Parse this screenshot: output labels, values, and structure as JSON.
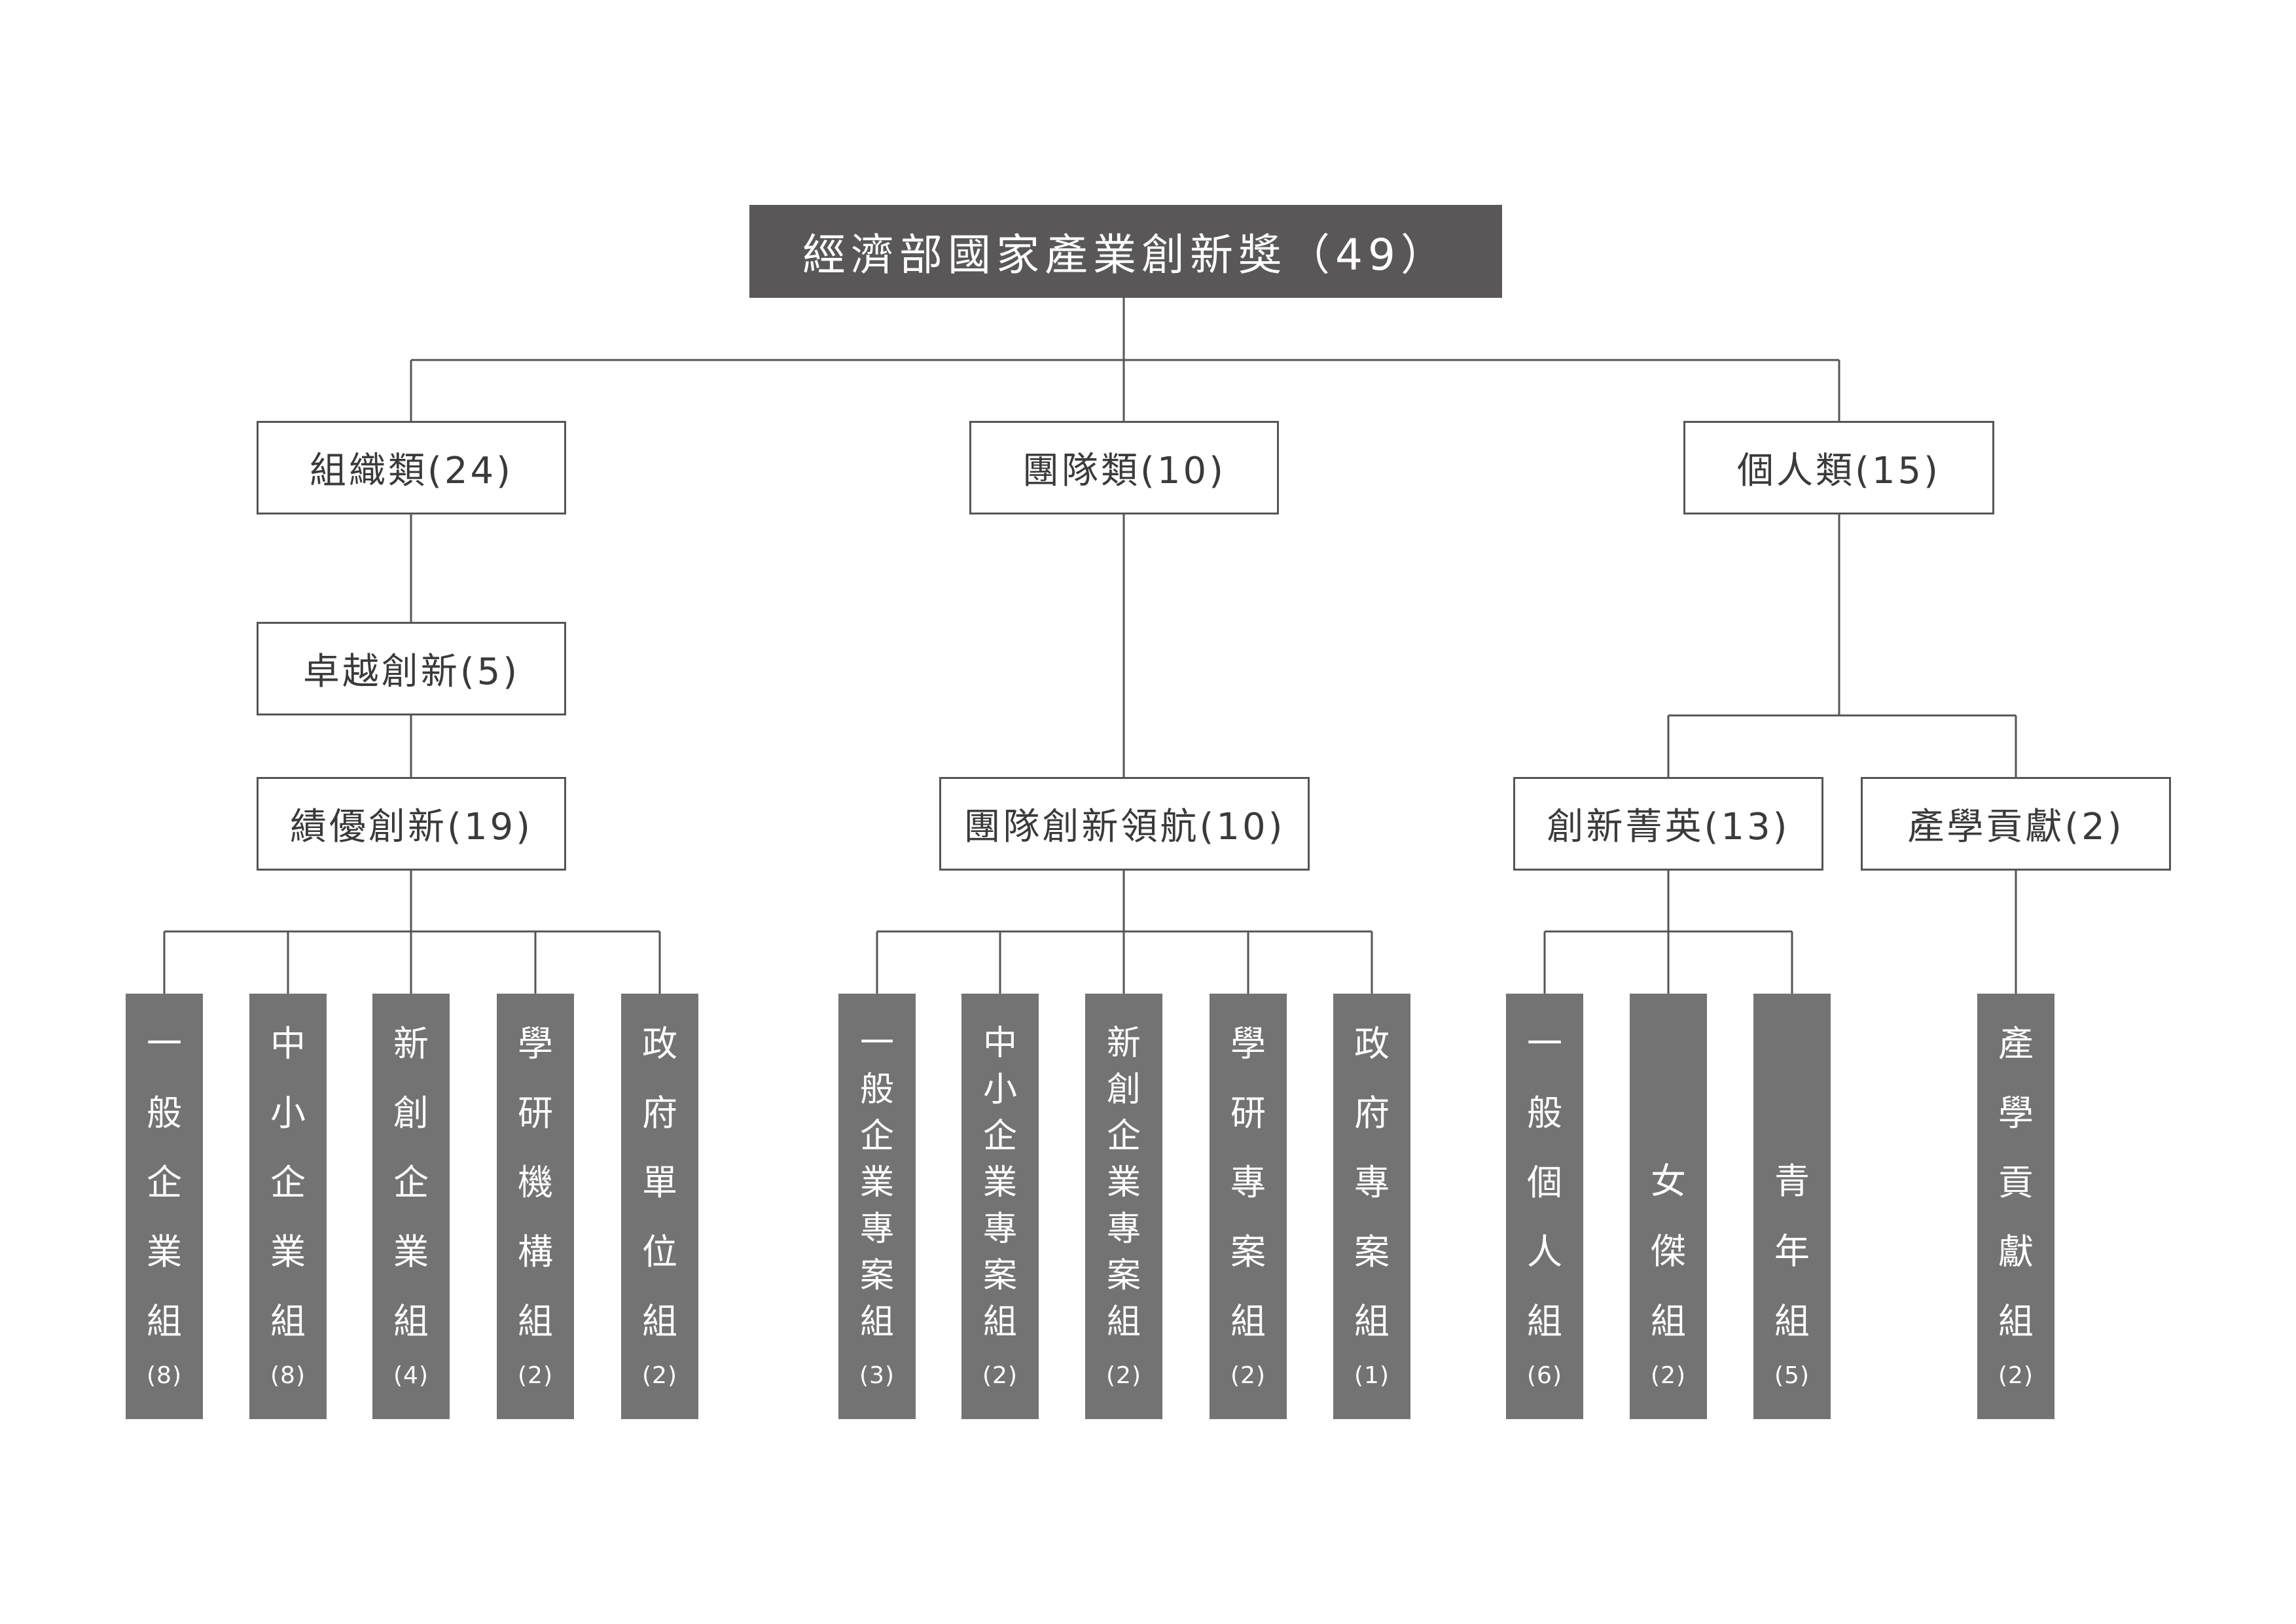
{
  "root": {
    "label": "經濟部國家產業創新獎（49）"
  },
  "categories": [
    {
      "label": "組織類(24)"
    },
    {
      "label": "團隊類(10)"
    },
    {
      "label": "個人類(15)"
    }
  ],
  "subcategories": [
    {
      "label": "卓越創新(5)"
    },
    {
      "label": "績優創新(19)"
    },
    {
      "label": "團隊創新領航(10)"
    },
    {
      "label": "創新菁英(13)"
    },
    {
      "label": "產學貢獻(2)"
    }
  ],
  "groups": [
    {
      "name": "一般企業組",
      "count": "(8)"
    },
    {
      "name": "中小企業組",
      "count": "(8)"
    },
    {
      "name": "新創企業組",
      "count": "(4)"
    },
    {
      "name": "學研機構組",
      "count": "(2)"
    },
    {
      "name": "政府單位組",
      "count": "(2)"
    },
    {
      "name": "一般企業專案組",
      "count": "(3)"
    },
    {
      "name": "中小企業專案組",
      "count": "(2)"
    },
    {
      "name": "新創企業專案組",
      "count": "(2)"
    },
    {
      "name": "學研專案組",
      "count": "(2)"
    },
    {
      "name": "政府專案組",
      "count": "(1)"
    },
    {
      "name": "一般個人組",
      "count": "(6)"
    },
    {
      "name": "女傑組",
      "count": "(2)"
    },
    {
      "name": "青年組",
      "count": "(5)"
    },
    {
      "name": "產學貢獻組",
      "count": "(2)"
    }
  ],
  "colors": {
    "line": "#555555",
    "root_fill": "#595757",
    "leaf_fill": "#737373",
    "text": "#3a3a3a"
  }
}
